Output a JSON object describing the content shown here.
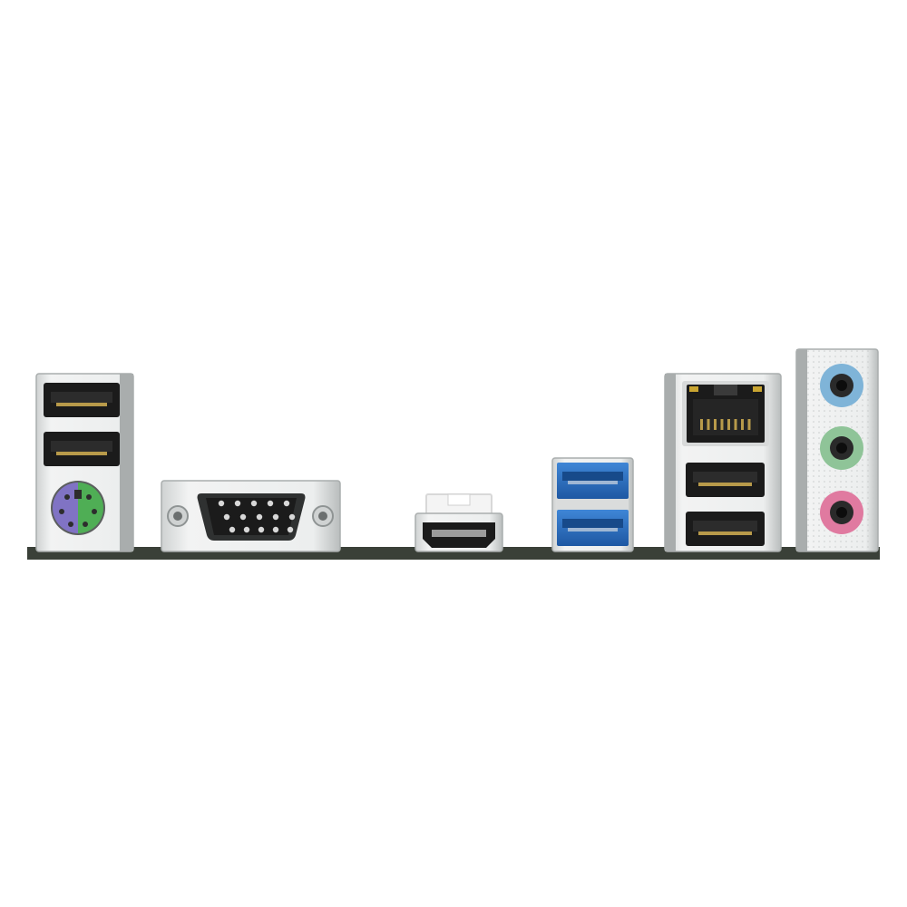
{
  "colors": {
    "background": "#ffffff",
    "pcb": "#3a4038",
    "metal": "#e4e6e6",
    "metal_dark": "#a9adad",
    "port_black": "#1b1b1b",
    "usb3_blue": "#2a6fc0",
    "ps2_purple": "#8073c4",
    "ps2_green": "#4fae55",
    "audio_blue": "#7fb4d8",
    "audio_green": "#8fc498",
    "audio_pink": "#e07aa0",
    "led_yellow": "#c9a531"
  },
  "ports": [
    {
      "name": "usb2-top-left",
      "kind": "USB 2.0"
    },
    {
      "name": "usb2-bottom-left",
      "kind": "USB 2.0"
    },
    {
      "name": "ps2-combo-port",
      "kind": "PS/2"
    },
    {
      "name": "vga-port",
      "kind": "D-Sub"
    },
    {
      "name": "hdmi-port",
      "kind": "HDMI"
    },
    {
      "name": "usb3-top",
      "kind": "USB 3.2"
    },
    {
      "name": "usb3-bottom",
      "kind": "USB 3.2"
    },
    {
      "name": "rj45-lan-port",
      "kind": "LAN"
    },
    {
      "name": "usb2-top-right",
      "kind": "USB 2.0"
    },
    {
      "name": "usb2-bottom-right",
      "kind": "USB 2.0"
    },
    {
      "name": "audio-line-in",
      "kind": "Line In"
    },
    {
      "name": "audio-line-out",
      "kind": "Line Out"
    },
    {
      "name": "audio-mic-in",
      "kind": "Mic In"
    }
  ]
}
